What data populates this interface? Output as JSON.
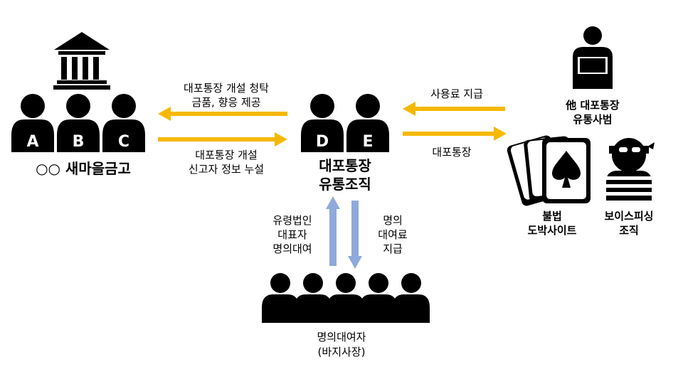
{
  "bank": {
    "letters": [
      "A",
      "B",
      "C"
    ],
    "name": "○○ 새마을금고"
  },
  "org": {
    "letters": [
      "D",
      "E"
    ],
    "name_line1": "대포통장",
    "name_line2": "유통조직"
  },
  "arrows": {
    "request_line1": "대포통장 개설 청탁",
    "request_line2": "금품, 향응 제공",
    "leak_line1": "대포통장 개설",
    "leak_line2": "신고자 정보 누설",
    "fee": "사용료  지급",
    "account": "대포통장",
    "lend_line1": "유령법인",
    "lend_line2": "대표자",
    "lend_line3": "명의대여",
    "pay_line1": "명의",
    "pay_line2": "대여료",
    "pay_line3": "지급"
  },
  "right": {
    "distributor_line1": "他 대포통장",
    "distributor_line2": "유통사범",
    "gambling_line1": "불법",
    "gambling_line2": "도박사이트",
    "phishing_line1": "보이스피싱",
    "phishing_line2": "조직"
  },
  "lenders": {
    "line1": "명의대여자",
    "line2": "(바지사장)"
  },
  "colors": {
    "orange_arrow": "#F5B800",
    "blue_arrow": "#8EA9DB",
    "person": "#000000"
  }
}
